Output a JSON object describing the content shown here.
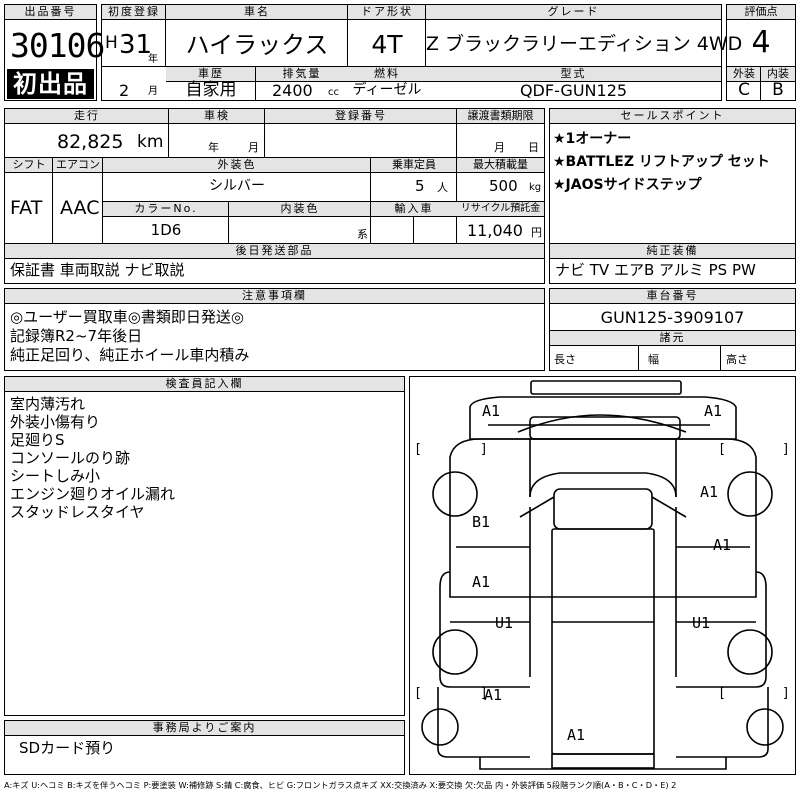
{
  "header": {
    "auction_no_label": "出品番号",
    "auction_no": "30106",
    "first_listing_badge": "初出品",
    "reg_label": "初度登録",
    "reg_era": "H",
    "reg_year": "31",
    "reg_year_unit": "年",
    "reg_month": "2",
    "reg_month_unit": "月",
    "car_name_label": "車名",
    "car_name": "ハイラックス",
    "door_label": "ドア形状",
    "door": "4T",
    "grade_label": "グレード",
    "grade": "Z ブラックラリーエディション 4WD",
    "rating_label": "評価点",
    "rating": "4",
    "history_label": "車歴",
    "history": "自家用",
    "displacement_label": "排気量",
    "displacement": "2400",
    "displacement_unit": "cc",
    "fuel_label": "燃料",
    "fuel": "ディーゼル",
    "model_label": "型式",
    "model": "QDF-GUN125",
    "exterior_label": "外装",
    "exterior": "C",
    "interior_label": "内装",
    "interior": "B"
  },
  "specs": {
    "mileage_label": "走行",
    "mileage": "82,825",
    "mileage_unit": "km",
    "inspection_label": "車検",
    "year_unit": "年",
    "month_unit": "月",
    "plate_label": "登録番号",
    "transfer_label": "譲渡書類期限",
    "shift_label": "シフト",
    "shift": "FAT",
    "ac_label": "エアコン",
    "ac": "AAC",
    "color_label": "外装色",
    "color": "シルバー",
    "capacity_label": "乗車定員",
    "capacity": "5",
    "capacity_unit": "人",
    "load_label": "最大積載量",
    "load": "500",
    "load_unit": "kg",
    "color_no_label": "カラーNo.",
    "color_no": "1D6",
    "int_color_label": "内装色",
    "int_color_unit": "系",
    "import_label": "輸入車",
    "recycle_label": "リサイクル預託金",
    "recycle": "11,040",
    "recycle_unit": "円"
  },
  "later_parts": {
    "label": "後日発送部品",
    "text": "保証書 車両取説 ナビ取説"
  },
  "selling_points": {
    "label": "セールスポイント",
    "items": [
      "★1オーナー",
      "★BATTLEZ リフトアップ セット",
      "★JAOSサイドステップ"
    ]
  },
  "equipment": {
    "label": "純正装備",
    "text": "ナビ TV エアB アルミ PS PW"
  },
  "notes": {
    "label": "注意事項欄",
    "lines": [
      "◎ユーザー買取車◎書類即日発送◎",
      "記録簿R2~7年後日",
      "純正足回り、純正ホイール車内積み"
    ]
  },
  "chassis": {
    "label": "車台番号",
    "value": "GUN125-3909107"
  },
  "dimensions": {
    "label": "諸元",
    "length_label": "長さ",
    "width_label": "幅",
    "height_label": "高さ"
  },
  "inspector": {
    "label": "検査員記入欄",
    "lines": [
      "室内薄汚れ",
      "外装小傷有り",
      "足廻りS",
      "コンソールのり跡",
      "シートしみ小",
      "エンジン廻りオイル漏れ",
      "スタッドレスタイヤ"
    ]
  },
  "office": {
    "label": "事務局よりご案内",
    "text": "SDカード預り"
  },
  "diagram": {
    "marks": [
      "A1",
      "A1",
      "A1",
      "B1",
      "A1",
      "A1",
      "U1",
      "U1",
      "A1",
      "A1"
    ],
    "brackets": [
      "[",
      "]",
      "[",
      "]",
      "[",
      "]",
      "[",
      "]"
    ]
  },
  "legend": "A:キズ U:ヘコミ B:キズを伴うヘコミ P:要塗装 W:補修跡 S:錆 C:腐食、ヒビ G:フロントガラス点キズ XX:交換済み X:要交換 欠:欠品 内・外装評価 5段階ランク順(A・B・C・D・E) 2"
}
